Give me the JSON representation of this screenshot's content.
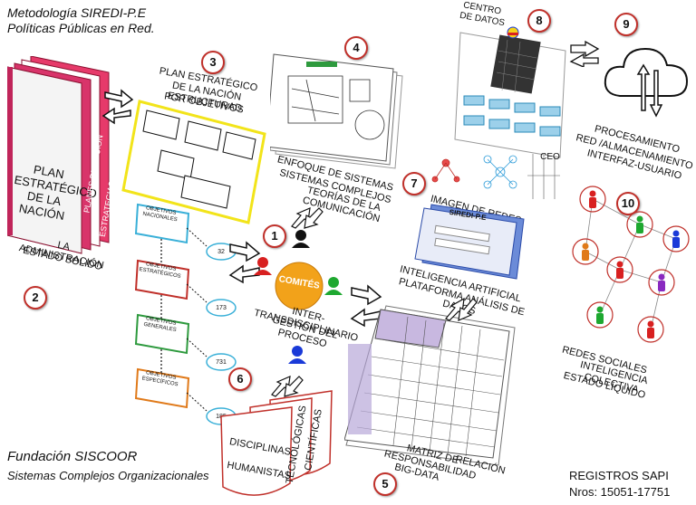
{
  "header": {
    "title_line1": "Metodología SIREDI-P.E",
    "title_line2": "Políticas Públicas en Red."
  },
  "section1": {
    "number": "1",
    "center_label": "COMITÉS",
    "caption_line1": "INTER-TRANSDISCIPLINARIO",
    "caption_line2": "GESTIÓN DEL PROCESO"
  },
  "section2": {
    "number": "2",
    "book_front": "PLAN ESTRATÉGICO DE LA NACIÓN",
    "book_spine1": "PLANES DE ACCIÓN",
    "book_spine2": "ESTRATEGIAS DE DESARROLLO",
    "caption_line1": "LA ADMINISTRACIÓN",
    "caption_line2": "ESTADO SÓLIDO"
  },
  "section3": {
    "number": "3",
    "caption_line1": "PLAN ESTRATÉGICO",
    "caption_line2": "DE LA NACIÓN ESTRUCTURAD",
    "caption_line3": "POR OBJETIVOS",
    "level_boxes": [
      "OBJETIVOS NACIONALES",
      "OBJETIVOS ESTRATÉGICOS",
      "OBJETIVOS GENERALES",
      "OBJETIVOS ESPECÍFICOS"
    ],
    "level_counts": [
      "32",
      "173",
      "731",
      "185"
    ],
    "level_colors": [
      "#3ab0d8",
      "#c0302a",
      "#2e9a3e",
      "#e07a1a"
    ]
  },
  "section4": {
    "number": "4",
    "caption_line1": "ENFOQUE DE SISTEMAS",
    "caption_line2": "SISTEMAS COMPLEJOS",
    "caption_line3": "TEORÍAS DE LA COMUNICACIÓN"
  },
  "section5": {
    "number": "5",
    "caption_line1": "MATRIZ DE RESPONSABILIDAD",
    "caption_line2": "BIG-DATA",
    "side_label": "RELACIÓN"
  },
  "section6": {
    "number": "6",
    "card1": "DISCIPLINAS",
    "card1b": "HUMANISTAS",
    "card2": "TECNOLÓGICAS",
    "card3": "CIENTÍFICAS"
  },
  "section7": {
    "number": "7",
    "img_label": "IMAGEN DE REDES",
    "app_title": "SIREDI-P.E",
    "caption_line1": "INTELIGENCIA ARTIFICIAL",
    "caption_line2": "PLATAFORMA ANÁLISIS DE DATOS"
  },
  "section8": {
    "number": "8",
    "caption_line1": "CENTRO",
    "caption_line2": "DE DATOS",
    "ceo_label": "CEO"
  },
  "section9": {
    "number": "9",
    "caption_line1": "PROCESAMIENTO",
    "caption_line2": "RED /ALMACENAMIENTO",
    "caption_line3": "INTERFAZ-USUARIO"
  },
  "section10": {
    "number": "10",
    "caption_line1": "REDES SOCIALES",
    "caption_line2": "INTELIGENCIA COLECTIVA",
    "caption_line3": "ESTADO LÍQUIDO"
  },
  "footer": {
    "org_name": "Fundación SISCOOR",
    "org_sub": "Sistemas Complejos Organizacionales",
    "reg_line1": "REGISTROS  SAPI",
    "reg_line2": "Nros: 15051-17751"
  }
}
